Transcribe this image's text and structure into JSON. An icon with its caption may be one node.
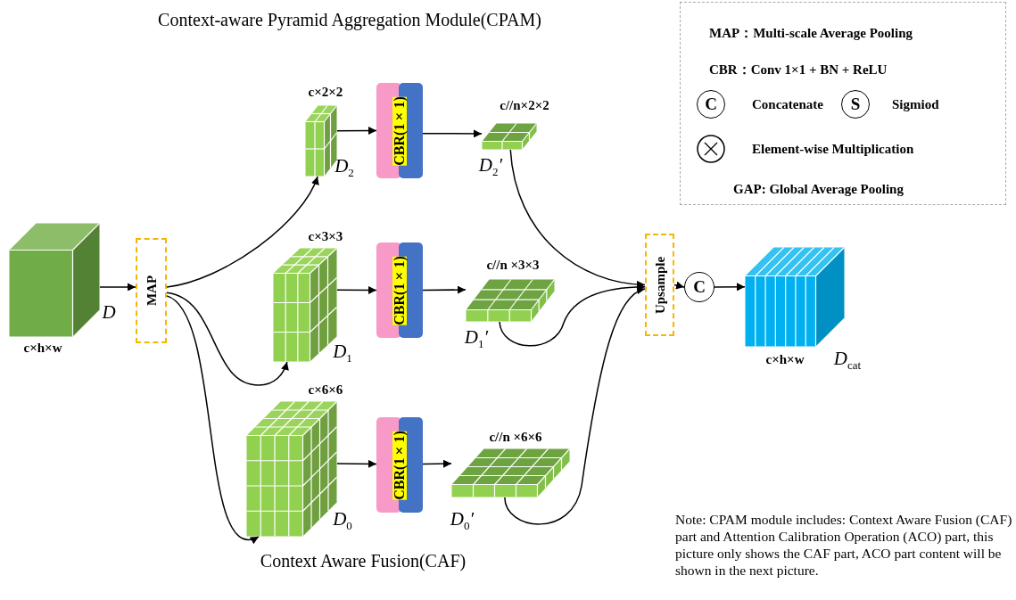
{
  "diagram": {
    "title": "Context-aware Pyramid Aggregation Module(CPAM)",
    "caption": "Context Aware Fusion(CAF)",
    "nodes": [
      {
        "text": [
          "c×h×w",
          "D"
        ]
      },
      {
        "text": [
          "MAP"
        ]
      },
      {
        "text": [
          "c×2×2",
          "D$_{2}$"
        ]
      },
      {
        "text": [
          "c×3×3",
          "D$_{1}$"
        ]
      },
      {
        "text": [
          "c×6×6",
          "D$_{0}$"
        ]
      },
      {
        "text": [
          "CBR(1×1)"
        ]
      },
      {
        "text": [
          "CBR(1×1)"
        ]
      },
      {
        "text": [
          "CBR(1×1)"
        ]
      },
      {
        "text": [
          "c//n×2×2",
          "D$_{2}$′"
        ]
      },
      {
        "text": [
          "c//n ×3×3",
          "D$_{1}$′"
        ]
      },
      {
        "text": [
          "c//n ×6×6",
          "D$_{0}$′"
        ]
      },
      {
        "text": [
          "Upsample"
        ]
      },
      {
        "text": [
          "C"
        ]
      },
      {
        "text": [
          "c×h×w",
          "D$_{cat}$"
        ]
      },
      {
        "text": [
          "C"
        ]
      },
      {
        "text": [
          "S"
        ]
      }
    ],
    "edges": [
      {
        "from": 0,
        "to": 1,
        "arrow": "to"
      },
      {
        "from": 1,
        "to": 2,
        "arrow": "to"
      },
      {
        "from": 1,
        "to": 3,
        "arrow": "to"
      },
      {
        "from": 1,
        "to": 4,
        "arrow": "to"
      },
      {
        "from": 2,
        "to": 5,
        "arrow": "to"
      },
      {
        "from": 3,
        "to": 6,
        "arrow": "to"
      },
      {
        "from": 4,
        "to": 7,
        "arrow": "to"
      },
      {
        "from": 5,
        "to": 8,
        "arrow": "to"
      },
      {
        "from": 6,
        "to": 9,
        "arrow": "to"
      },
      {
        "from": 7,
        "to": 10,
        "arrow": "to"
      },
      {
        "from": 8,
        "to": 11,
        "arrow": "to"
      },
      {
        "from": 9,
        "to": 11,
        "arrow": "to"
      },
      {
        "from": 10,
        "to": 11,
        "arrow": "to"
      },
      {
        "from": 11,
        "to": 12,
        "arrow": "to"
      },
      {
        "from": 12,
        "to": 13,
        "arrow": "to"
      }
    ],
    "labels": [
      "Note: CPAM module includes: Context Aware Fusion (CAF) part and Attention Calibration Operation (ACO) part, this picture only shows the CAF part, ACO part content will be shown in the next picture."
    ],
    "legend": [
      {
        "text": "MAP：Multi-scale Average Pooling"
      },
      {
        "text": "CBR：Conv 1×1 + BN + ReLU"
      },
      {
        "text": "Concatenate"
      },
      {
        "text": "Sigmiod"
      },
      {
        "text": "Element-wise Multiplication"
      },
      {
        "text": "GAP:  Global Average Pooling"
      }
    ]
  }
}
